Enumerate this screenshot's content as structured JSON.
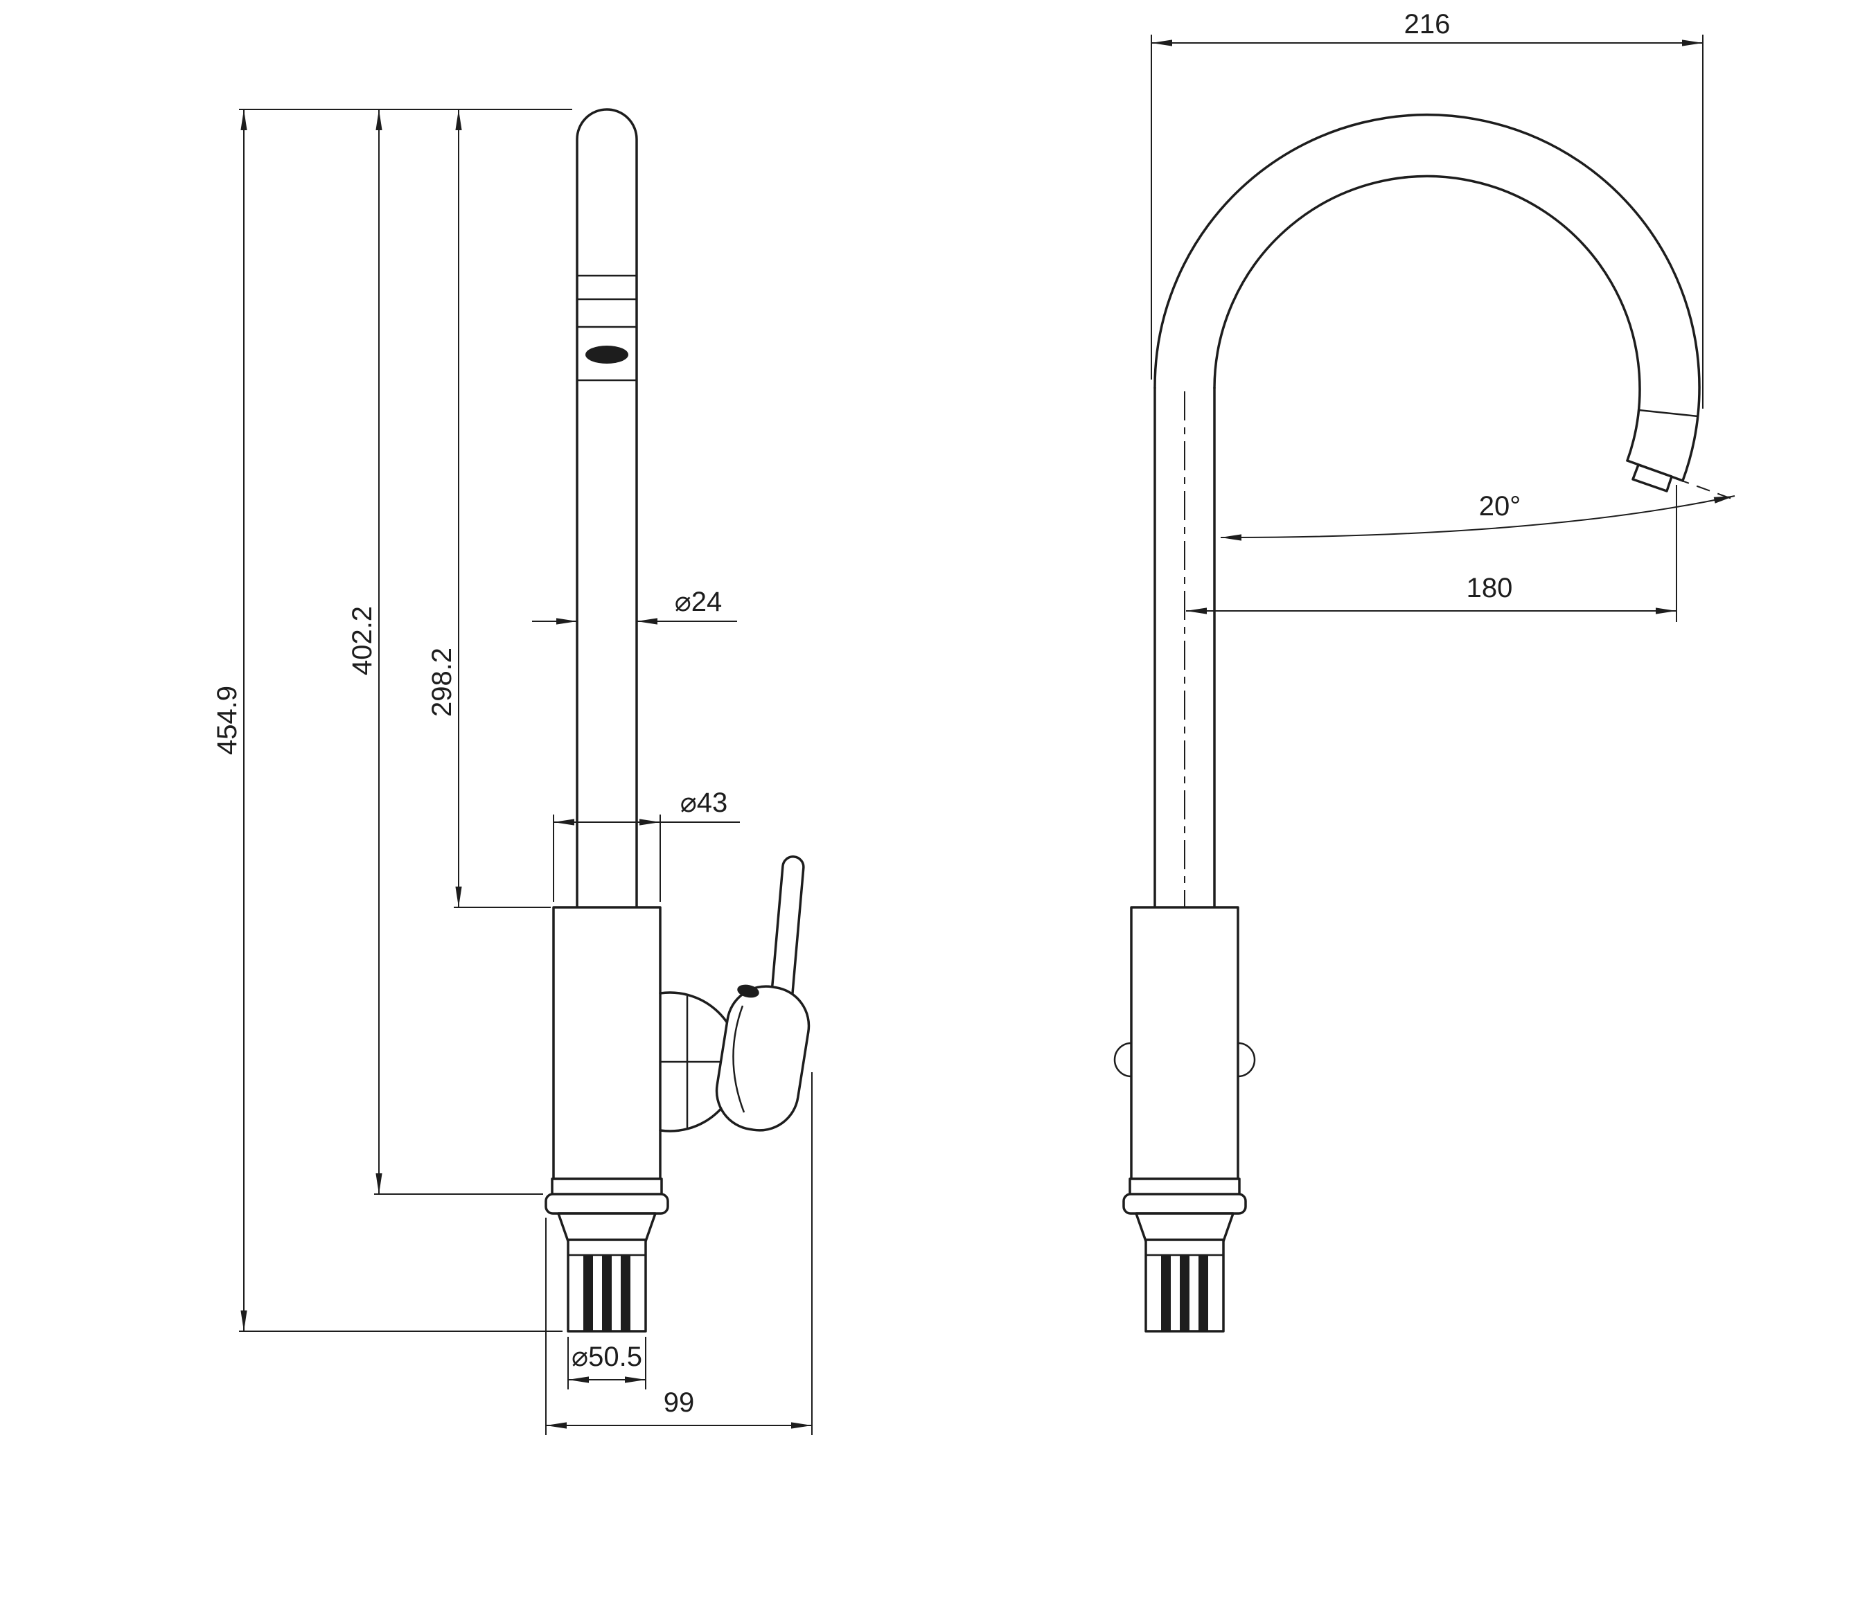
{
  "colors": {
    "line": "#1d1d1d",
    "background": "#ffffff"
  },
  "drawing": {
    "front_view": {
      "dims": {
        "overall_height": "454.9",
        "height_to_flange": "402.2",
        "height_to_body_top": "298.2",
        "spout_pipe_diameter": "⌀24",
        "body_diameter": "⌀43",
        "base_diameter": "⌀50.5",
        "base_width": "99"
      }
    },
    "side_view": {
      "dims": {
        "spout_span": "216",
        "spout_angle": "20°",
        "spout_reach": "180"
      }
    }
  }
}
